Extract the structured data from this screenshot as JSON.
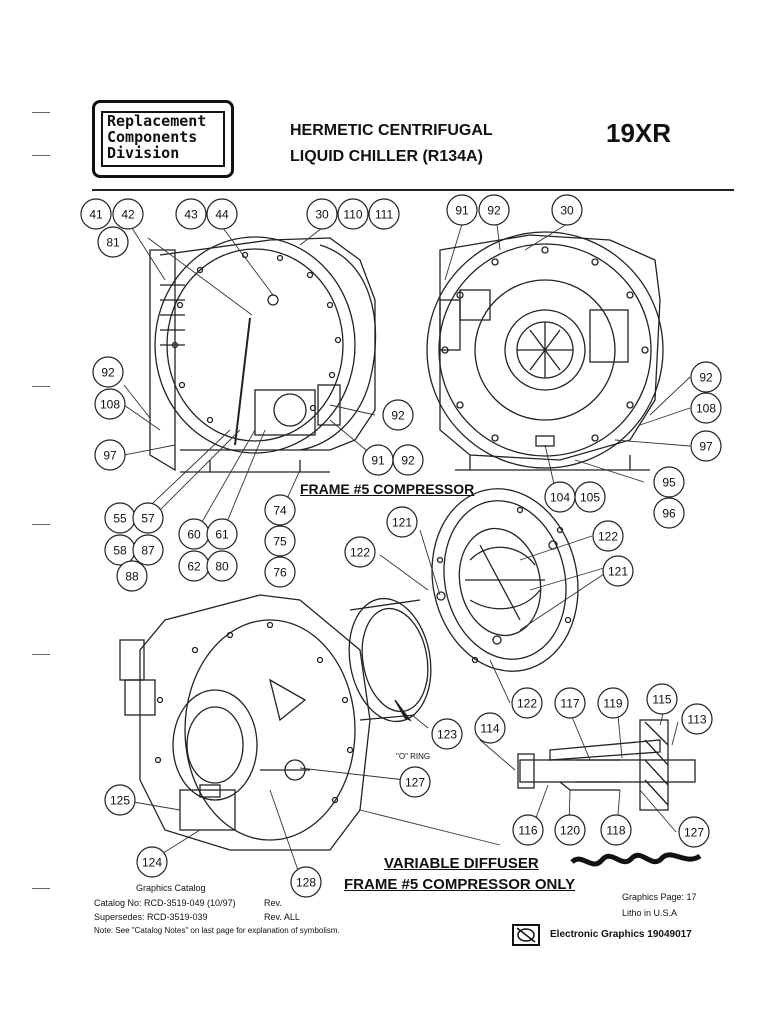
{
  "header": {
    "logo_lines": [
      "Replacement",
      "Components",
      "Division"
    ],
    "title_line1": "HERMETIC CENTRIFUGAL",
    "title_line2": "LIQUID CHILLER (R134A)",
    "model": "19XR"
  },
  "labels": {
    "frame5": "FRAME #5 COMPRESSOR",
    "variable_diffuser": "VARIABLE DIFFUSER",
    "frame5_only": "FRAME #5 COMPRESSOR ONLY",
    "o_ring": "\"O\" RING"
  },
  "callouts": [
    "41",
    "42",
    "81",
    "43",
    "44",
    "30",
    "110",
    "111",
    "91",
    "92",
    "30",
    "92",
    "108",
    "97",
    "92",
    "91",
    "92",
    "92",
    "108",
    "97",
    "95",
    "96",
    "104",
    "105",
    "74",
    "75",
    "76",
    "55",
    "57",
    "58",
    "87",
    "88",
    "60",
    "61",
    "62",
    "80",
    "121",
    "122",
    "122",
    "121",
    "122",
    "123",
    "114",
    "117",
    "119",
    "115",
    "113",
    "127",
    "125",
    "116",
    "120",
    "118",
    "127",
    "124",
    "128"
  ],
  "footer": {
    "catalog_title": "Graphics Catalog",
    "catalog_no": "Catalog No:  RCD-3519-049 (10/97)",
    "catalog_rev": "Rev.",
    "supersedes": "Supersedes: RCD-3519-039",
    "supersedes_rev": "Rev. ALL",
    "note": "Note: See \"Catalog Notes\" on last page for explanation of symbolism.",
    "graphics_page": "Graphics Page:  17",
    "litho": "Litho in U.S.A",
    "electronic": "Electronic Graphics 19049017"
  }
}
